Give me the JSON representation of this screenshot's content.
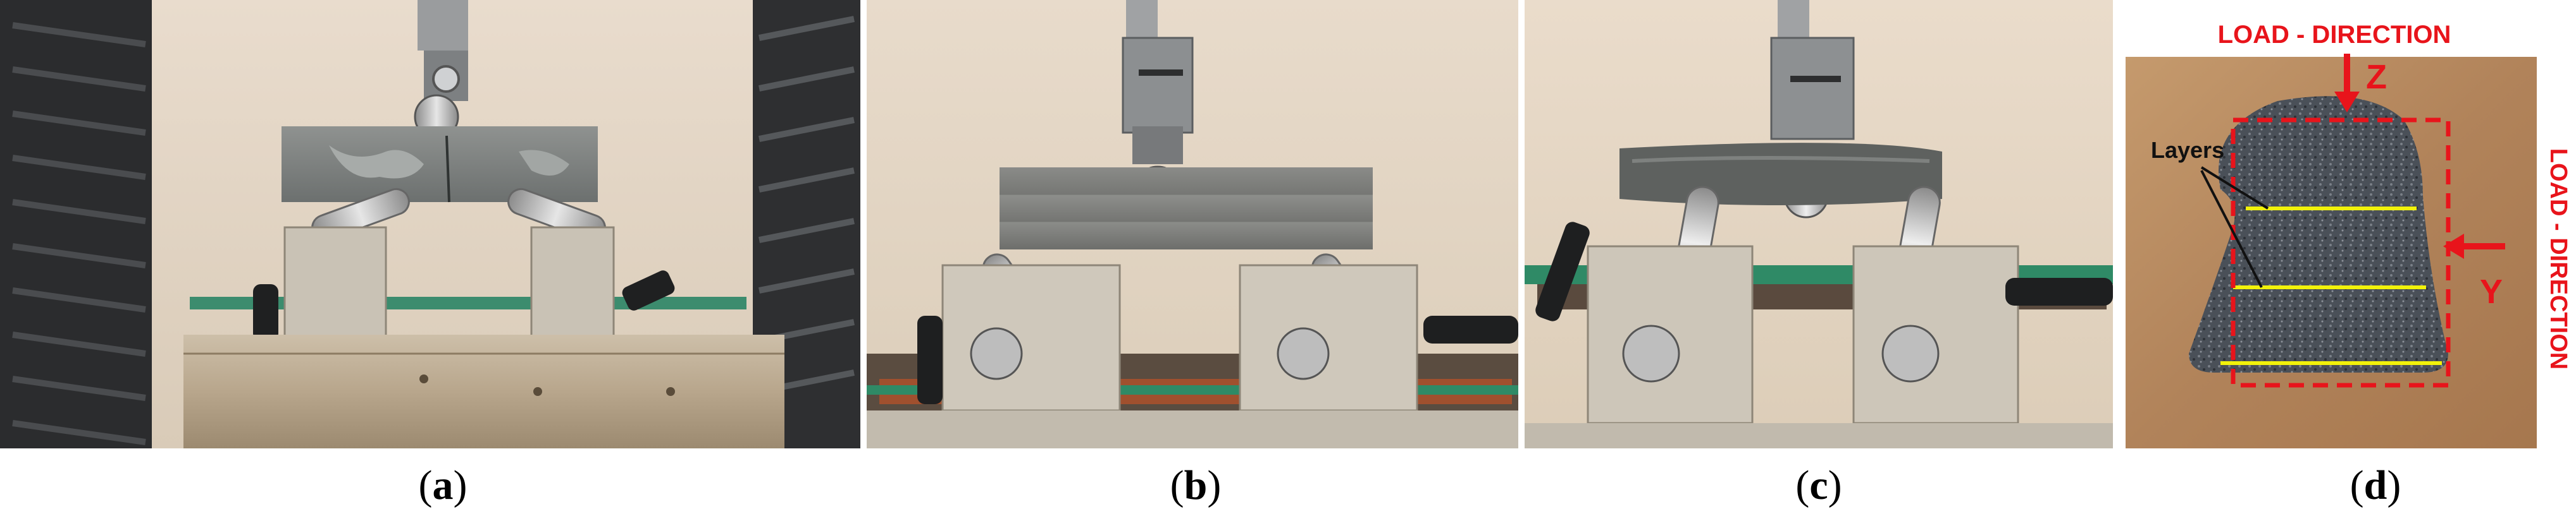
{
  "panels": [
    {
      "id": "a",
      "caption_open": "(",
      "caption_letter": "a",
      "caption_close": ")"
    },
    {
      "id": "b",
      "caption_open": "(",
      "caption_letter": "b",
      "caption_close": ")"
    },
    {
      "id": "c",
      "caption_open": "(",
      "caption_letter": "c",
      "caption_close": ")"
    },
    {
      "id": "d",
      "caption_open": "(",
      "caption_letter": "d",
      "caption_close": ")",
      "annotations": {
        "load_direction_top": "LOAD - DIRECTION",
        "load_direction_side": "LOAD - DIRECTION",
        "axis_z": "Z",
        "axis_y": "Y",
        "layers": "Layers"
      }
    }
  ],
  "colors": {
    "annotation_red": "#e8141b",
    "layer_line_yellow": "#f2f20a",
    "wood_background": "#b98a5e"
  }
}
